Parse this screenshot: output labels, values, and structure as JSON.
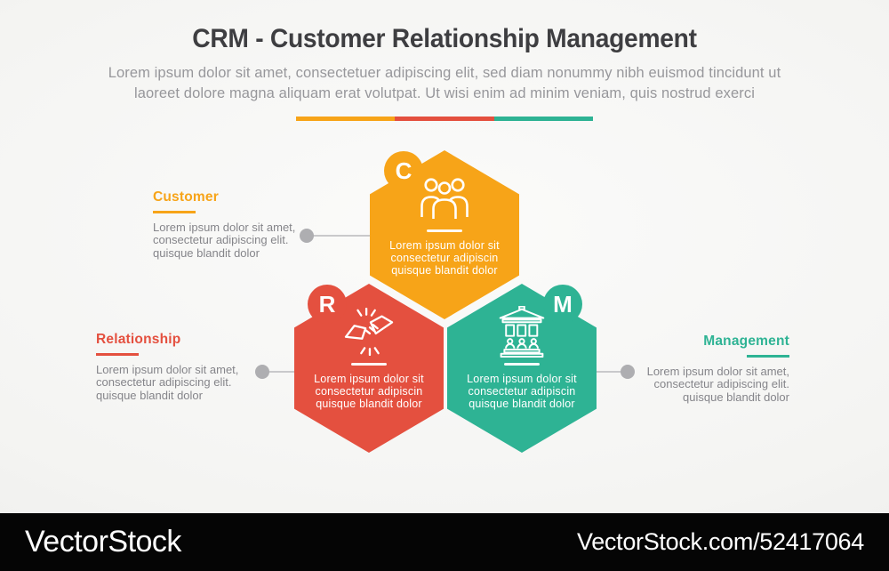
{
  "header": {
    "title": "CRM - Customer Relationship Management",
    "subtitle_line1": "Lorem ipsum dolor sit amet, consectetuer adipiscing elit, sed diam nonummy nibh euismod tincidunt ut",
    "subtitle_line2": "laoreet dolore magna aliquam erat volutpat. Ut wisi enim ad minim veniam, quis nostrud exerci"
  },
  "accent_colors": {
    "customer_orange": "#F7A418",
    "relationship_red": "#E4503F",
    "management_teal": "#2EB394",
    "connector_gray": "#AEAEB1",
    "title_dark": "#3E3E41",
    "body_gray": "#85858A"
  },
  "hexagons": [
    {
      "letter": "C",
      "name": "customer",
      "icon": "people-group-icon",
      "line1": "Lorem ipsum dolor sit",
      "line2": "consectetur adipiscin",
      "line3": "quisque blandit dolor"
    },
    {
      "letter": "R",
      "name": "relationship",
      "icon": "handshake-icon",
      "line1": "Lorem ipsum dolor sit",
      "line2": "consectetur adipiscin",
      "line3": "quisque blandit dolor"
    },
    {
      "letter": "M",
      "name": "management",
      "icon": "bank-building-icon",
      "line1": "Lorem ipsum dolor sit",
      "line2": "consectetur adipiscin",
      "line3": "quisque blandit dolor"
    }
  ],
  "side_labels": [
    {
      "title": "Customer",
      "line1": "Lorem ipsum dolor sit amet,",
      "line2": "consectetur adipiscing elit.",
      "line3": "quisque blandit dolor"
    },
    {
      "title": "Relationship",
      "line1": "Lorem ipsum dolor sit amet,",
      "line2": "consectetur adipiscing elit.",
      "line3": "quisque blandit dolor"
    },
    {
      "title": "Management",
      "line1": "Lorem ipsum dolor sit amet,",
      "line2": "consectetur adipiscing elit.",
      "line3": "quisque blandit dolor"
    }
  ],
  "footer": {
    "logo": "VectorStock",
    "url": "VectorStock.com/52417064"
  }
}
